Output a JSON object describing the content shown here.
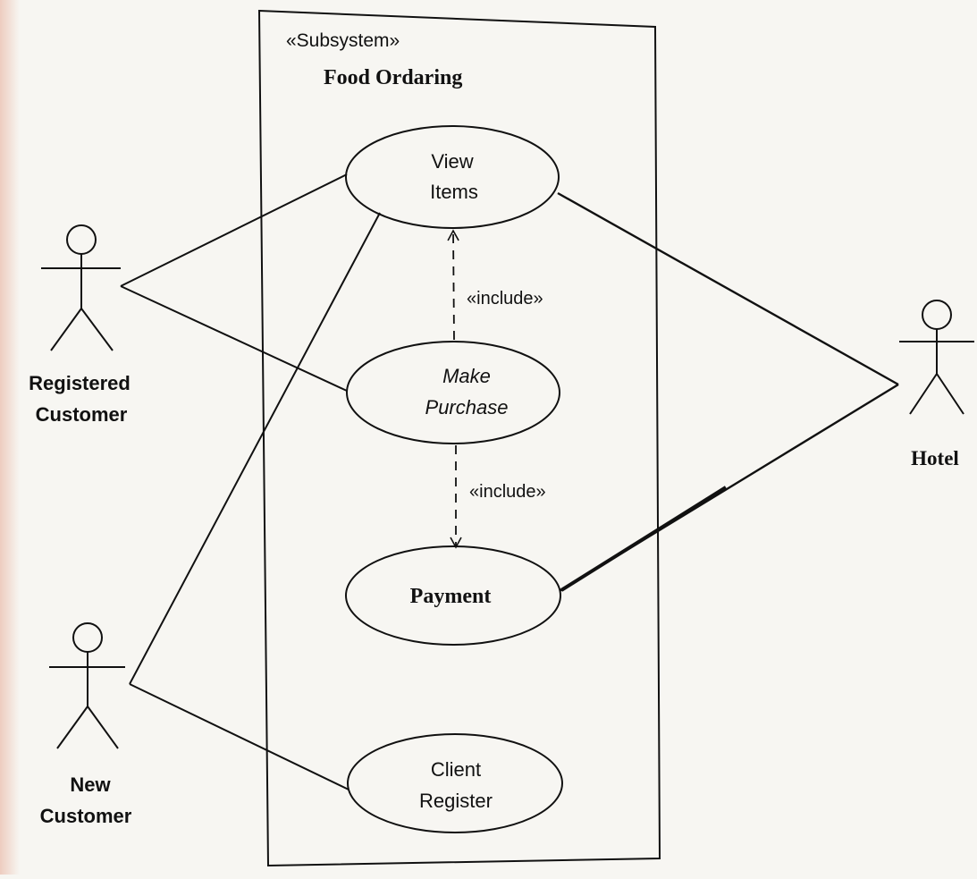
{
  "subsystem": {
    "stereotype": "«Subsystem»",
    "name": "Food Ordaring"
  },
  "actors": {
    "registered_customer": {
      "line1": "Registered",
      "line2": "Customer"
    },
    "new_customer": {
      "line1": "New",
      "line2": "Customer"
    },
    "hotel": {
      "label": "Hotel"
    }
  },
  "use_cases": {
    "view_items": {
      "line1": "View",
      "line2": "Items"
    },
    "make_purchase": {
      "line1": "Make",
      "line2": "Purchase"
    },
    "payment": {
      "label": "Payment"
    },
    "client_register": {
      "line1": "Client",
      "line2": "Register"
    }
  },
  "relations": {
    "include_view_items": "«include»",
    "include_payment": "«include»"
  },
  "colors": {
    "ink": "#111111",
    "paper": "#f7f6f2"
  }
}
